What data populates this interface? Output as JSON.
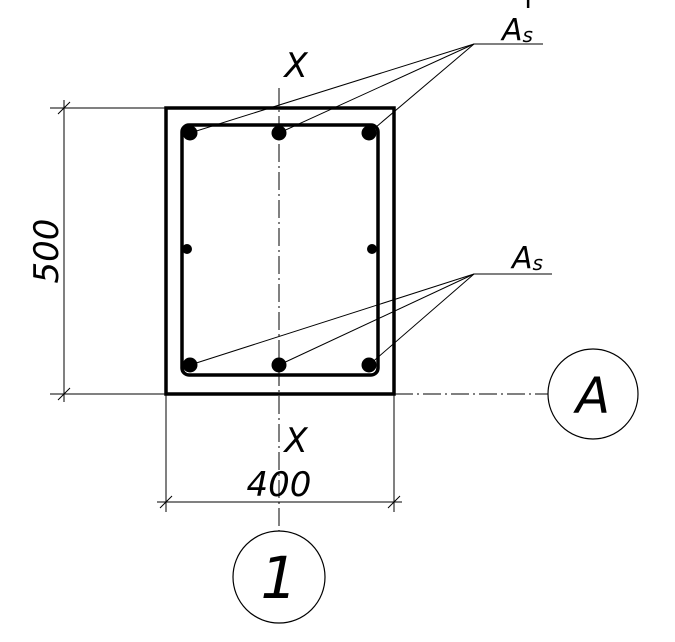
{
  "labels": {
    "axis_top": "X",
    "axis_bottom": "X",
    "height_dim": "500",
    "width_dim": "400",
    "grid_letter": "A",
    "grid_number": "1",
    "top_rebar_main": "A",
    "top_rebar_sub": "s",
    "top_rebar_prime": "'",
    "bottom_rebar_main": "A",
    "bottom_rebar_sub": "s"
  }
}
